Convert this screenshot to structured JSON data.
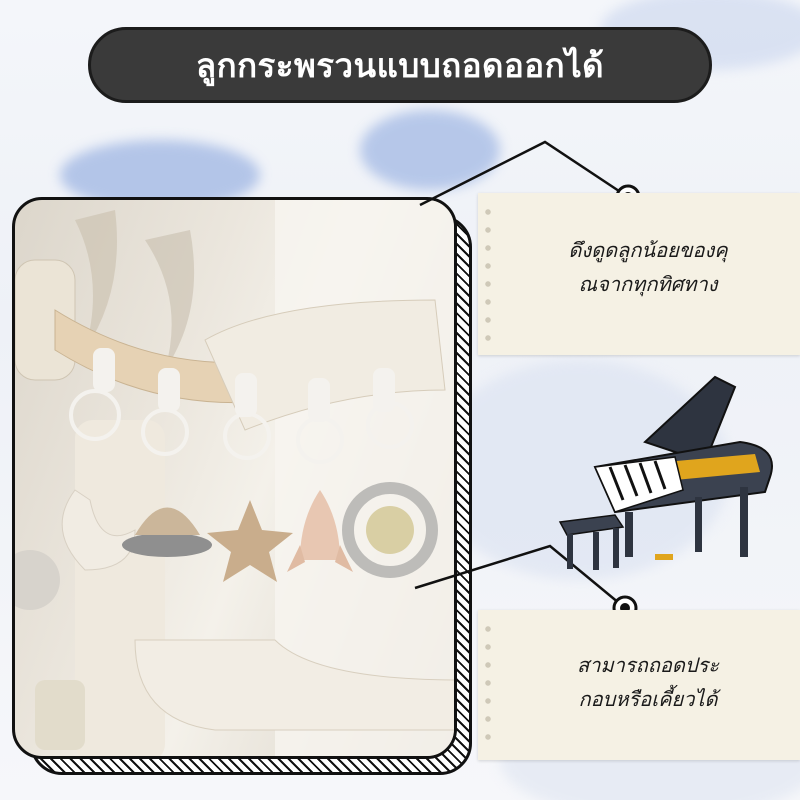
{
  "title": "ลูกกระพรวนแบบถอดออกได้",
  "callouts": [
    {
      "text_line1": "ดึงดูดลูกน้อยของคุ",
      "text_line2": "ณจากทุกทิศทาง"
    },
    {
      "text_line1": "สามารถถอดประ",
      "text_line2": "กอบหรือเคี้ยวได้"
    }
  ],
  "icons": {
    "toy_photo": "baby-gym-hanging-toys-image",
    "piano": "grand-piano-icon",
    "pointer": "target-dot-icon"
  },
  "colors": {
    "pill": "#3a3a3a",
    "note": "#f5f1e4",
    "sky_cloud": "#9fb6e3"
  }
}
